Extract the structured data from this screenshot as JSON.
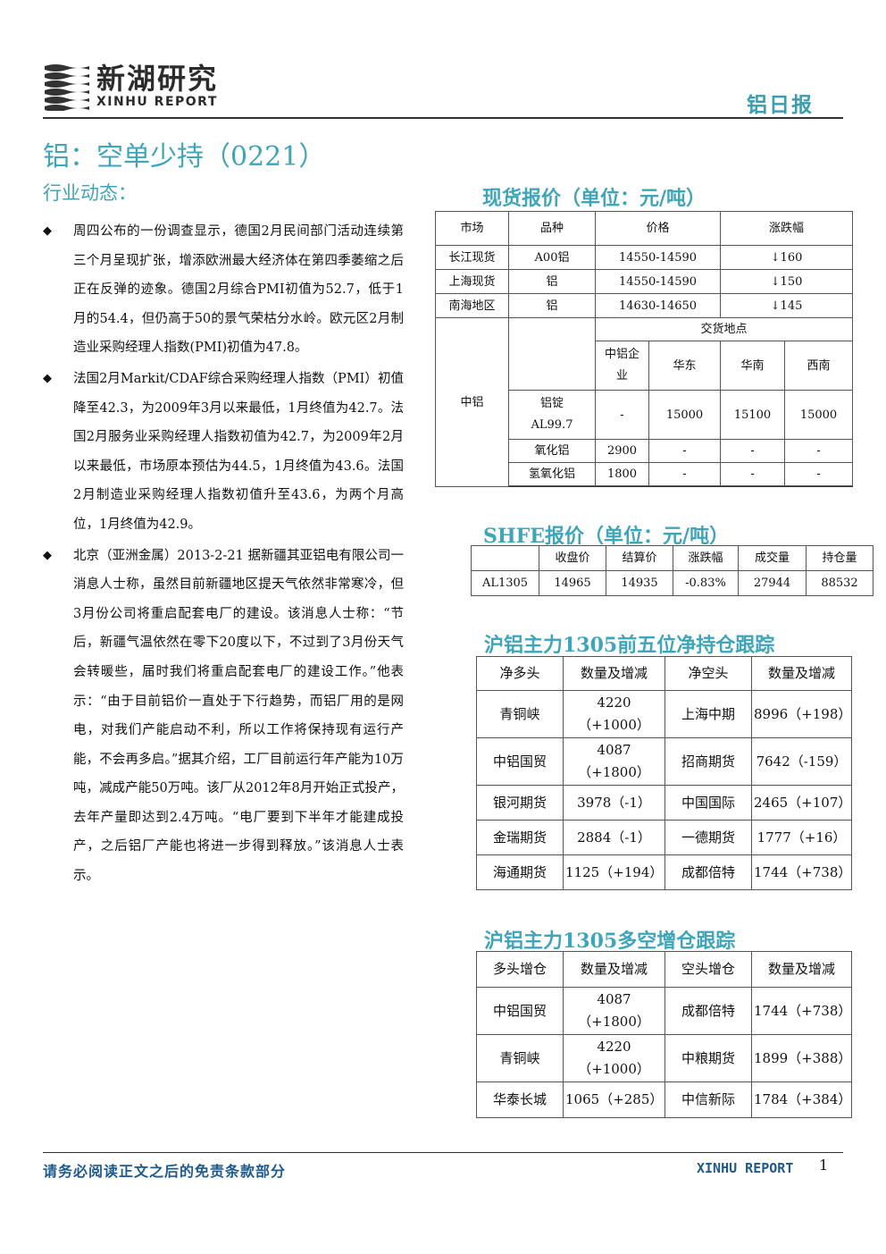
{
  "header": {
    "logo_cn": "新湖研究",
    "logo_en": "XINHU REPORT",
    "report_name": "铝日报"
  },
  "title": "铝：空单少持（0221）",
  "section_news": "行业动态：",
  "news": [
    "周四公布的一份调查显示，德国2月民间部门活动连续第三个月呈现扩张，增添欧洲最大经济体在第四季萎缩之后正在反弹的迹象。德国2月综合PMI初值为52.7，低于1月的54.4，但仍高于50的景气荣枯分水岭。欧元区2月制造业采购经理人指数(PMI)初值为47.8。",
    "法国2月Markit/CDAF综合采购经理人指数（PMI）初值降至42.3，为2009年3月以来最低，1月终值为42.7。法国2月服务业采购经理人指数初值为42.7，为2009年2月以来最低，市场原本预估为44.5，1月终值为43.6。法国2月制造业采购经理人指数初值升至43.6，为两个月高位，1月终值为42.9。",
    "北京（亚洲金属）2013-2-21 据新疆其亚铝电有限公司一消息人士称，虽然目前新疆地区提天气依然非常寒冷，但3月份公司将重启配套电厂的建设。该消息人士称：“节后，新疆气温依然在零下20度以下，不过到了3月份天气会转暖些，届时我们将重启配套电厂的建设工作。”他表示：“由于目前铝价一直处于下行趋势，而铝厂用的是网电，对我们产能启动不利，所以工作将保持现有运行产能，不会再多启。”据其介绍，工厂目前运行年产能为10万吨，减成产能50万吨。该厂从2012年8月开始正式投产，去年产量即达到2.4万吨。“电厂要到下半年才能建成投产，之后铝厂产能也将进一步得到释放。”该消息人士表示。"
  ],
  "spot": {
    "title": "现货报价（单位：元/吨）",
    "headers": [
      "市场",
      "品种",
      "价格",
      "涨跌幅"
    ],
    "rows": [
      {
        "market": "长江现货",
        "item": "A00铝",
        "price": "14550-14590",
        "change": "↓160"
      },
      {
        "market": "上海现货",
        "item": "铝",
        "price": "14550-14590",
        "change": "↓150"
      },
      {
        "market": "南海地区",
        "item": "铝",
        "price": "14630-14650",
        "change": "↓145"
      }
    ],
    "chalco": {
      "market": "中铝",
      "delivery": "交货地点",
      "col_heads": [
        "中铝企业",
        "华东",
        "华南",
        "西南"
      ],
      "rows": [
        {
          "item": "铝锭AL99.7",
          "vals": [
            "-",
            "15000",
            "15100",
            "15000"
          ]
        },
        {
          "item": "氧化铝",
          "vals": [
            "2900",
            "-",
            "-",
            "-"
          ]
        },
        {
          "item": "氢氧化铝",
          "vals": [
            "1800",
            "-",
            "-",
            "-"
          ]
        }
      ]
    }
  },
  "shfe": {
    "title": "SHFE报价（单位：元/吨）",
    "headers": [
      "",
      "收盘价",
      "结算价",
      "涨跌幅",
      "成交量",
      "持仓量"
    ],
    "row": [
      "AL1305",
      "14965",
      "14935",
      "-0.83%",
      "27944",
      "88532"
    ]
  },
  "net_pos": {
    "title": "沪铝主力1305前五位净持仓跟踪",
    "headers": [
      "净多头",
      "数量及增减",
      "净空头",
      "数量及增减"
    ],
    "rows": [
      [
        "青铜峡",
        "4220\n（+1000）",
        "上海中期",
        "8996（+198）"
      ],
      [
        "中铝国贸",
        "4087\n（+1800）",
        "招商期货",
        "7642（-159）"
      ],
      [
        "银河期货",
        "3978（-1）",
        "中国国际",
        "2465（+107）"
      ],
      [
        "金瑞期货",
        "2884（-1）",
        "一德期货",
        "1777（+16）"
      ],
      [
        "海通期货",
        "1125（+194）",
        "成都倍特",
        "1744（+738）"
      ]
    ]
  },
  "inc_pos": {
    "title": "沪铝主力1305多空增仓跟踪",
    "headers": [
      "多头增仓",
      "数量及增减",
      "空头增仓",
      "数量及增减"
    ],
    "rows": [
      [
        "中铝国贸",
        "4087\n（+1800）",
        "成都倍特",
        "1744（+738）"
      ],
      [
        "青铜峡",
        "4220\n（+1000）",
        "中粮期货",
        "1899（+388）"
      ],
      [
        "华泰长城",
        "1065（+285）",
        "中信新际",
        "1784（+384）"
      ]
    ]
  },
  "footer": {
    "disclaimer": "请务必阅读正文之后的免责条款部分",
    "brand": "XINHU REPORT",
    "page": "1"
  },
  "colors": {
    "accent": "#3fa5b8",
    "footer_text": "#1e5a8c"
  }
}
